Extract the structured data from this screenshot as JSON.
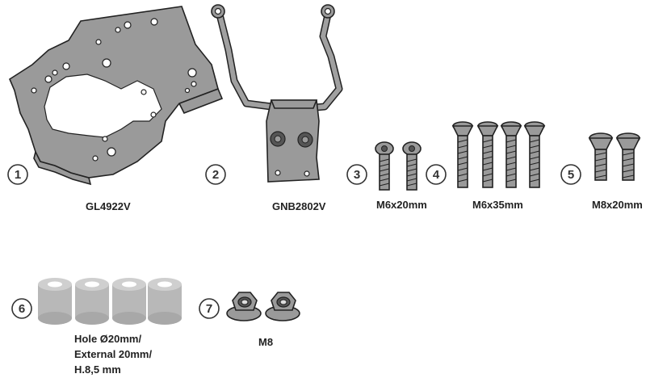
{
  "colors": {
    "line": "#222222",
    "metal": "#9a9a9a",
    "spacer": "#b8b8b8",
    "background": "#ffffff"
  },
  "items": [
    {
      "number": "1",
      "label": "GL4922V",
      "icon": "mounting-plate-icon"
    },
    {
      "number": "2",
      "label": "GNB2802V",
      "icon": "bracket-icon"
    },
    {
      "number": "3",
      "label": "M6x20mm",
      "icon": "button-head-screw-icon"
    },
    {
      "number": "4",
      "label": "M6x35mm",
      "icon": "countersunk-screw-icon"
    },
    {
      "number": "5",
      "label": "M8x20mm",
      "icon": "countersunk-screw-icon"
    },
    {
      "number": "6",
      "label_lines": [
        "Hole Ø20mm/",
        "External 20mm/",
        "H.8,5 mm"
      ],
      "icon": "spacer-icon"
    },
    {
      "number": "7",
      "label": "M8",
      "icon": "flange-nut-icon"
    }
  ]
}
